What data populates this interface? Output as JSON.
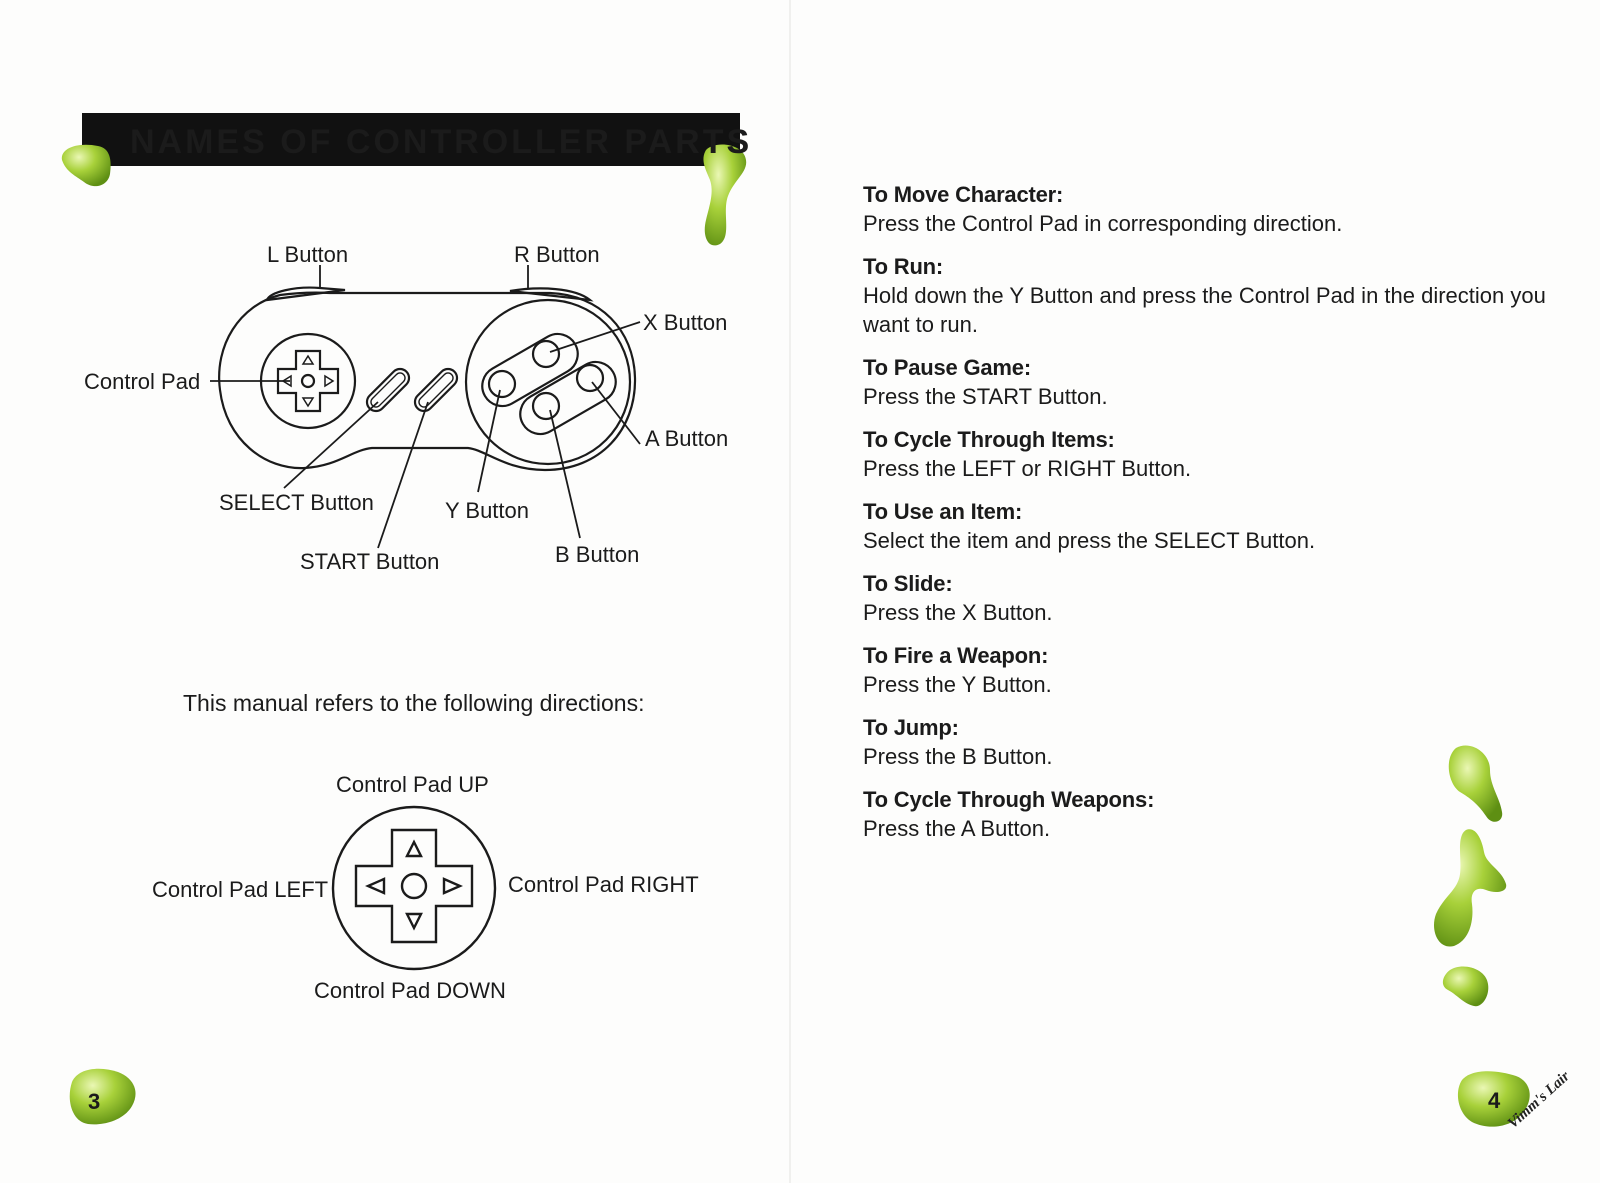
{
  "banner": {
    "title": "NAMES OF CONTROLLER PARTS"
  },
  "controller": {
    "l_button": "L Button",
    "r_button": "R Button",
    "x_button": "X Button",
    "a_button": "A Button",
    "control_pad": "Control Pad",
    "select_button": "SELECT Button",
    "start_button": "START Button",
    "y_button": "Y Button",
    "b_button": "B Button"
  },
  "directions": {
    "intro": "This manual refers to the following directions:",
    "up": "Control Pad UP",
    "down": "Control Pad DOWN",
    "left": "Control Pad LEFT",
    "right": "Control Pad RIGHT"
  },
  "instructions": [
    {
      "title": "To Move Character:",
      "text": "Press the Control Pad in corresponding direction."
    },
    {
      "title": "To Run:",
      "text": "Hold down the Y Button and press the Control Pad in the direction you want to run."
    },
    {
      "title": "To Pause Game:",
      "text": "Press the START Button."
    },
    {
      "title": "To Cycle Through Items:",
      "text": "Press the LEFT or RIGHT Button."
    },
    {
      "title": "To Use an Item:",
      "text": "Select the item and press the SELECT Button."
    },
    {
      "title": "To Slide:",
      "text": "Press the X Button."
    },
    {
      "title": "To Fire a Weapon:",
      "text": "Press the Y Button."
    },
    {
      "title": "To Jump:",
      "text": "Press the B Button."
    },
    {
      "title": "To Cycle Through Weapons:",
      "text": "Press the A Button."
    }
  ],
  "page_numbers": {
    "left": "3",
    "right": "4"
  },
  "watermark": "Vimm's Lair",
  "colors": {
    "slime_green": "#9ccc2e",
    "banner_black": "#111111",
    "banner_text": "#c6e02a"
  }
}
